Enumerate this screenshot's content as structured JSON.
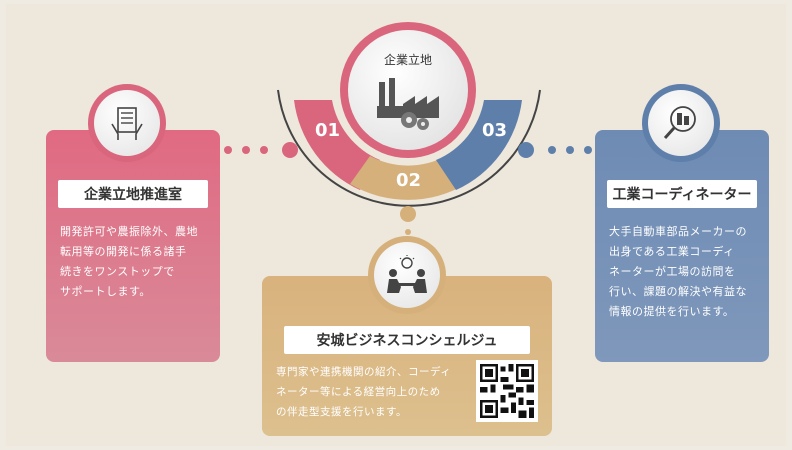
{
  "hub": {
    "label": "企業立地",
    "icon": "factory-gear-icon"
  },
  "segments": [
    {
      "number": "01",
      "color": "#d9667d"
    },
    {
      "number": "02",
      "color": "#d6b07b"
    },
    {
      "number": "03",
      "color": "#5f7fab"
    }
  ],
  "left_card": {
    "title": "企業立地推進室",
    "lines": [
      "開発許可や農振除外、農地",
      "転用等の開発に係る諸手",
      "続きをワンストップで",
      "サポートします。"
    ],
    "icon": "document-hands-icon",
    "color": "#e06a82"
  },
  "right_card": {
    "title": "工業コーディネーター",
    "lines": [
      "大手自動車部品メーカーの",
      "出身である工業コーディ",
      "ネーターが工場の訪問を",
      "行い、課題の解決や有益な",
      "情報の提供を行います。"
    ],
    "icon": "magnifier-building-icon",
    "color": "#6e8bb4"
  },
  "bottom_card": {
    "title": "安城ビジネスコンシェルジュ",
    "lines": [
      "専門家や連携機関の紹介、コーディ",
      "ネーター等による経営向上のため",
      "の伴走型支援を行います。"
    ],
    "icon": "consultation-people-icon",
    "qr_icon": "qr-code-icon",
    "color": "#d9b27d"
  }
}
